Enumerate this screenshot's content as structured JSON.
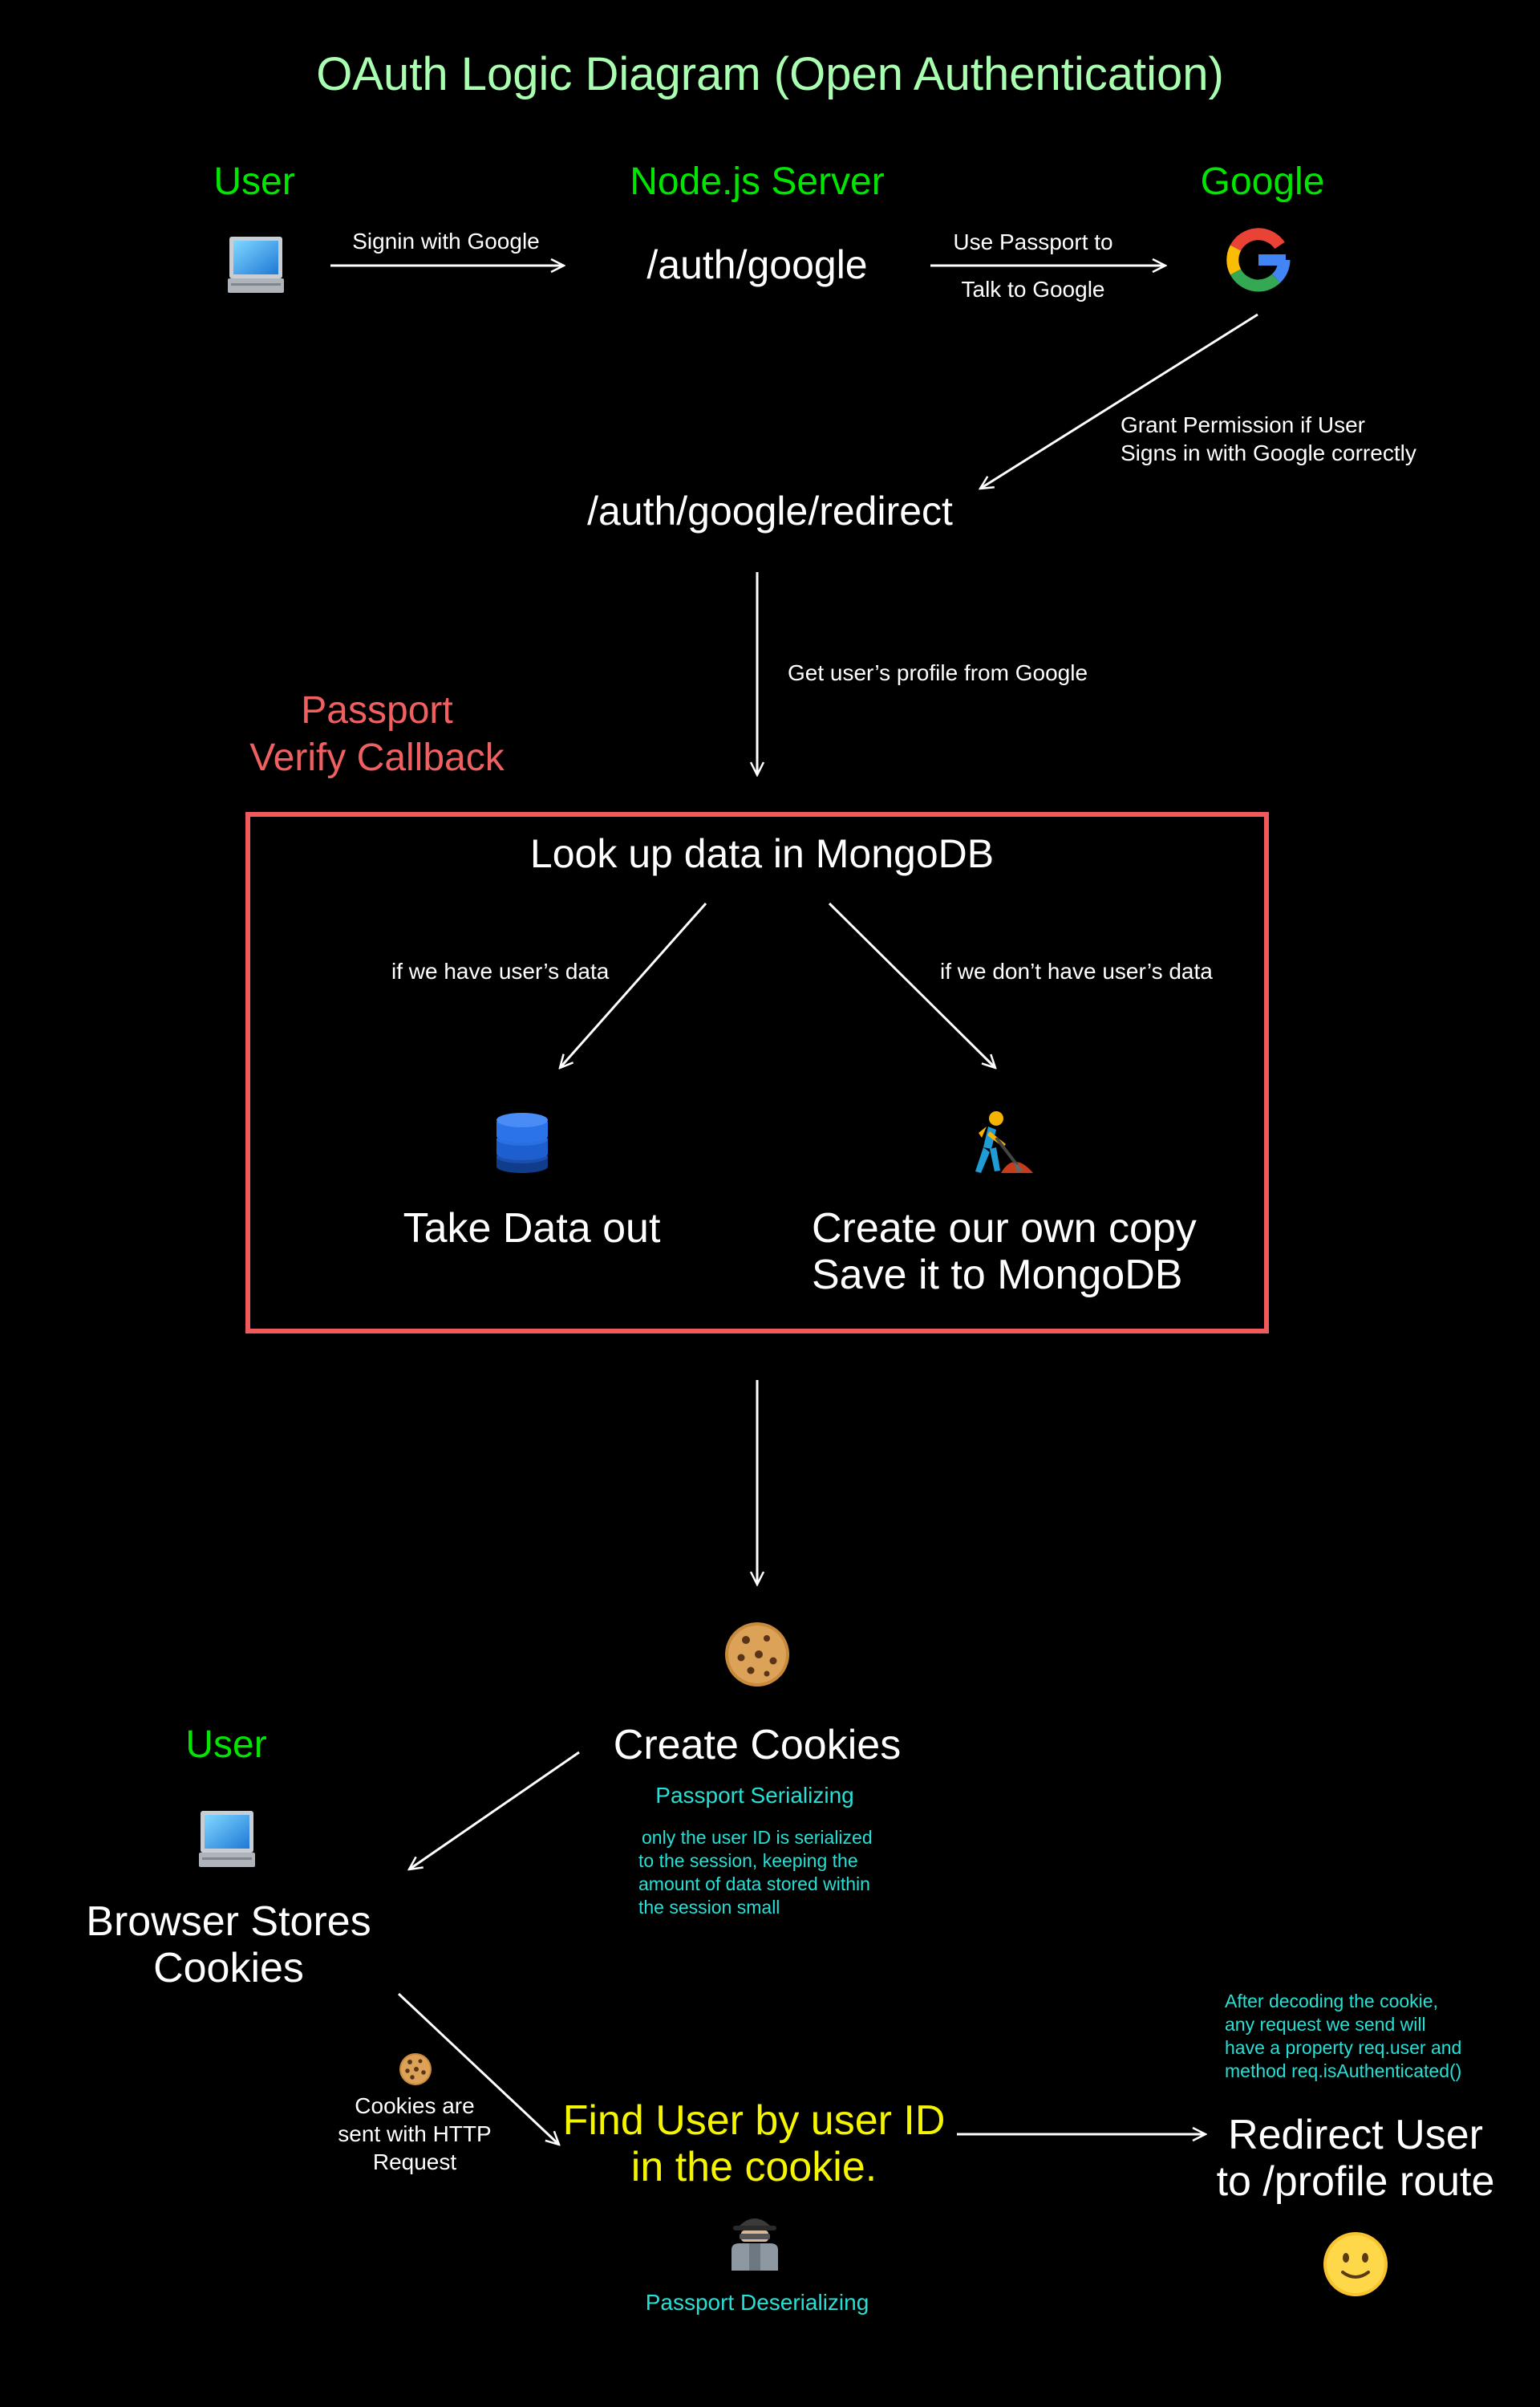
{
  "title": "OAuth Logic Diagram (Open Authentication)",
  "top": {
    "user_label": "User",
    "server_label": "Node.js Server",
    "google_label": "Google",
    "auth_route": "/auth/google",
    "signin_label": "Signin with Google",
    "passport_label_1": "Use Passport to",
    "passport_label_2": "Talk to Google",
    "grant_label_1": "Grant Permission if User",
    "grant_label_2": "Signs in with Google correctly",
    "redirect_route": "/auth/google/redirect",
    "profile_label": "Get user’s profile from Google"
  },
  "verify": {
    "title_1": "Passport",
    "title_2": "Verify Callback",
    "lookup": "Look up data in MongoDB",
    "have_label": "if we have user’s data",
    "not_have_label": "if we don’t have user’s data",
    "take_out": "Take Data out",
    "create_1": "Create our own copy",
    "create_2": "Save it to MongoDB"
  },
  "cookies": {
    "create": "Create Cookies",
    "serializing": "Passport Serializing",
    "note_1": "only the user ID is serialized",
    "note_2": "to the session, keeping the",
    "note_3": "amount of data stored within",
    "note_4": "the session small",
    "user_label": "User",
    "browser_1": "Browser Stores",
    "browser_2": "Cookies",
    "sent_1": "Cookies are",
    "sent_2": "sent with HTTP",
    "sent_3": "Request"
  },
  "final": {
    "find_1": "Find User by user ID",
    "find_2": "in the cookie.",
    "deserializing": "Passport Deserializing",
    "redirect_1": "Redirect User",
    "redirect_2": "to /profile route",
    "note_1": "After decoding the cookie,",
    "note_2": "any request we send will",
    "note_3": "have a property req.user and",
    "note_4": "method req.isAuthenticated()"
  },
  "icons": {
    "laptop_top": "laptop-icon",
    "google": "google-logo-icon",
    "database": "database-icon",
    "construction_worker": "construction-worker-icon",
    "cookie_large": "cookie-icon",
    "laptop_bottom": "laptop-icon",
    "cookie_small": "cookie-icon",
    "detective": "detective-icon",
    "smiley": "smiley-icon"
  },
  "colors": {
    "title": "#a8ffb0",
    "actor": "#00e600",
    "verify": "#f05a5a",
    "passport_step": "#26e0d6",
    "find_user": "#f5f500"
  }
}
